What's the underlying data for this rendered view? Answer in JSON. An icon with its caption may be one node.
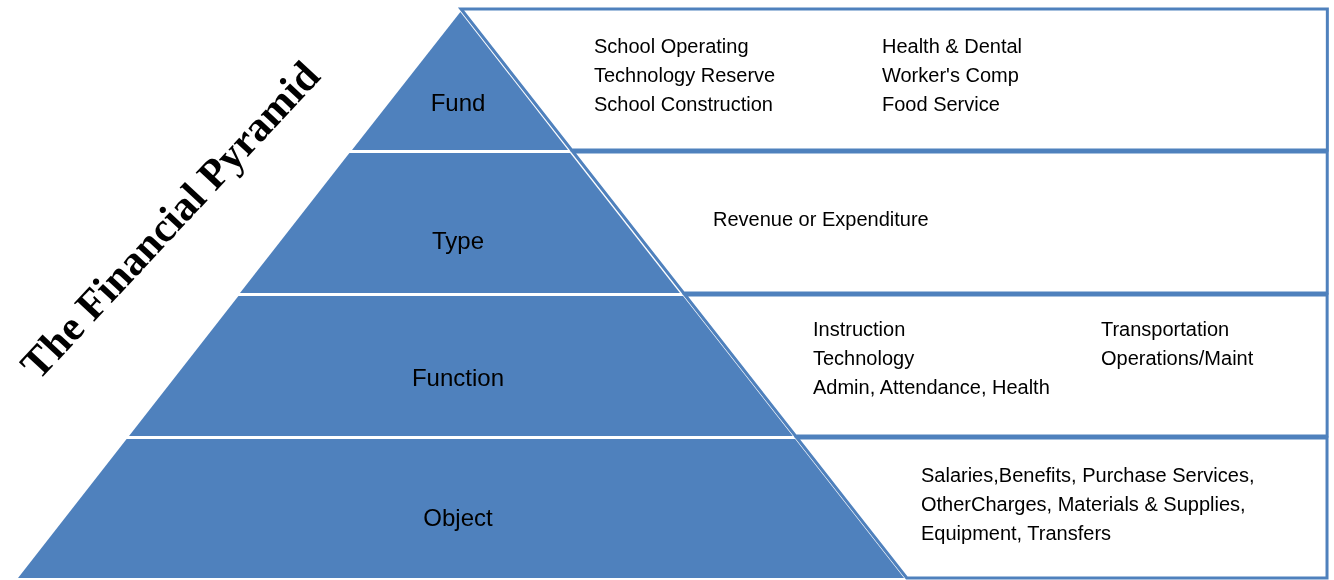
{
  "diagram": {
    "title": "The Financial Pyramid",
    "nodes": [
      {
        "text": [
          "Fund"
        ]
      },
      {
        "text": [
          "Type"
        ]
      },
      {
        "text": [
          "Function"
        ]
      },
      {
        "text": [
          "Object"
        ]
      },
      {
        "text": [
          "School Operating",
          "Technology Reserve",
          "School Construction",
          "Health & Dental",
          "Worker's Comp",
          "Food Service"
        ]
      },
      {
        "text": [
          "Revenue or Expenditure"
        ]
      },
      {
        "text": [
          "Instruction",
          "Technology",
          "Admin, Attendance, Health",
          "Transportation",
          "Operations/Maint"
        ]
      },
      {
        "text": [
          "Salaries,Benefits, Purchase Services, OtherCharges, Materials & Supplies, Equipment, Transfers"
        ]
      }
    ]
  }
}
